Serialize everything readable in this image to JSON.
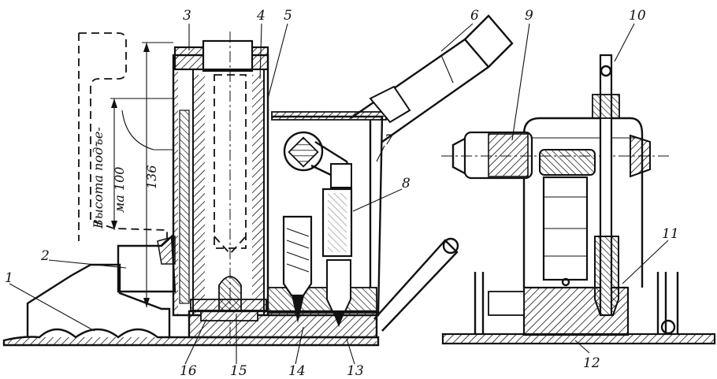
{
  "dimensions": {
    "lift_height_label": "Высота подъема 100",
    "lift_height_line1": "Высота подъе-",
    "lift_height_line2": "ма 100",
    "overall_dimension": "136"
  },
  "part_numbers": [
    "1",
    "2",
    "3",
    "4",
    "5",
    "6",
    "7",
    "8",
    "9",
    "10",
    "11",
    "12",
    "13",
    "14",
    "15",
    "16"
  ]
}
